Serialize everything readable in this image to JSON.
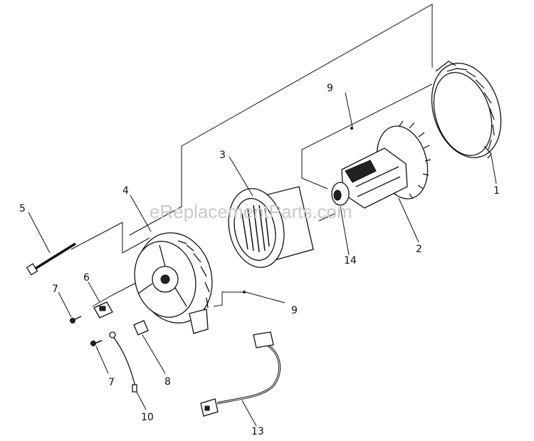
{
  "diagram": {
    "watermark": "eReplacementParts.com",
    "callouts": [
      "1",
      "2",
      "3",
      "4",
      "5",
      "6",
      "7",
      "7",
      "8",
      "9",
      "9",
      "10",
      "13",
      "14"
    ]
  }
}
